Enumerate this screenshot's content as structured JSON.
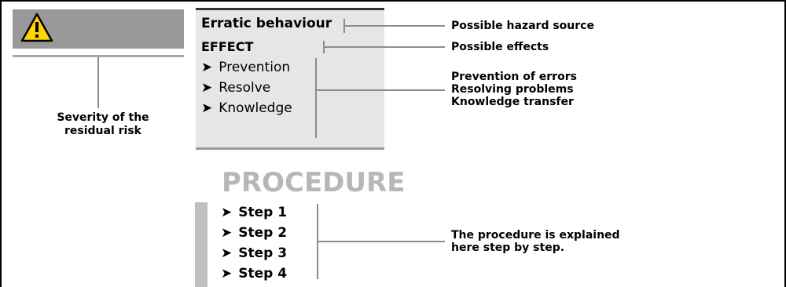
{
  "severity": {
    "icon": "warning-icon",
    "caption": "Severity of the residual risk"
  },
  "info_box": {
    "hazard": "Erratic behaviour",
    "effect": "EFFECT",
    "measures": [
      "Prevention",
      "Resolve",
      "Knowledge"
    ]
  },
  "procedure": {
    "title": "PROCEDURE",
    "steps": [
      "Step 1",
      "Step 2",
      "Step 3",
      "Step 4"
    ]
  },
  "annotations": {
    "hazard": "Possible hazard source",
    "effects": "Possible effects",
    "measures": [
      "Prevention of errors",
      "Resolving problems",
      "Knowledge transfer"
    ],
    "procedure": [
      "The procedure is explained",
      "here step by step."
    ]
  },
  "colors": {
    "severity_box": "#999999",
    "info_box": "#e6e6e6",
    "procedure_title": "#b7b7b7",
    "warning_yellow": "#ffd400"
  }
}
